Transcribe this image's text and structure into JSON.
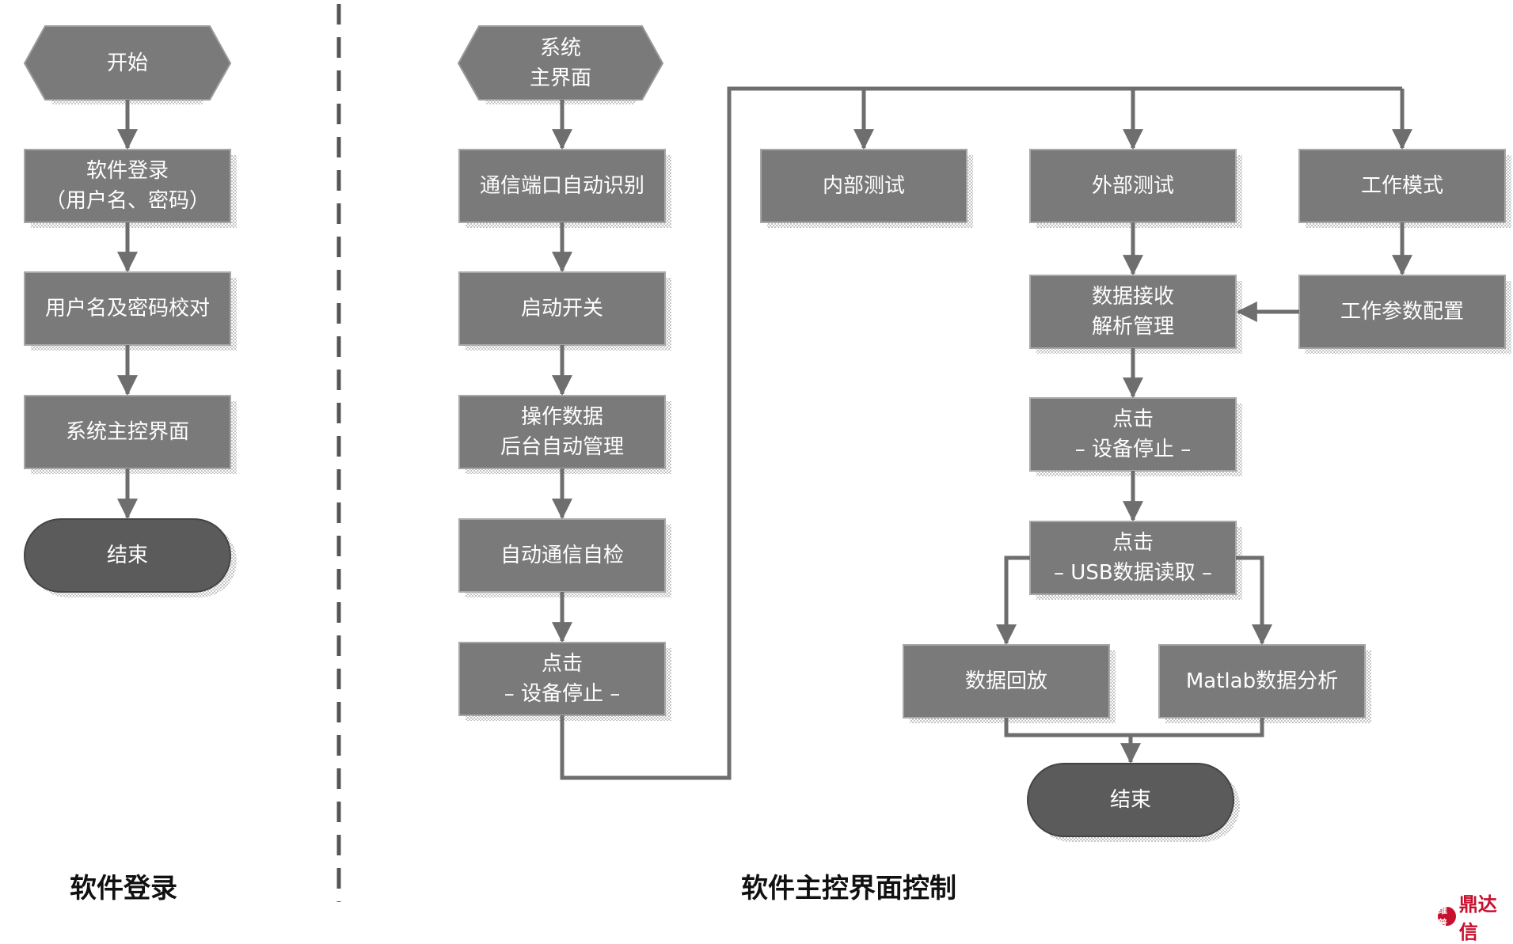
{
  "sections": {
    "left_title": "软件登录",
    "right_title": "软件主控界面控制"
  },
  "login": {
    "start": "开始",
    "step_login_line1": "软件登录",
    "step_login_line2": "（用户名、密码）",
    "step_verify": "用户名及密码校对",
    "step_main_ui": "系统主控界面",
    "end": "结束"
  },
  "control": {
    "start_line1": "系统",
    "start_line2": "主界面",
    "step_port": "通信端口自动识别",
    "step_switch": "启动开关",
    "step_data_line1": "操作数据",
    "step_data_line2": "后台自动管理",
    "step_selfcheck": "自动通信自检",
    "step_stop_line1": "点击",
    "step_stop_line2": "– 设备停止 –",
    "internal_test": "内部测试",
    "external_test": "外部测试",
    "work_mode": "工作模式",
    "recv_line1": "数据接收",
    "recv_line2": "解析管理",
    "work_params": "工作参数配置",
    "ext_stop_line1": "点击",
    "ext_stop_line2": "– 设备停止 –",
    "usb_line1": "点击",
    "usb_line2": "– USB数据读取 –",
    "playback": "数据回放",
    "matlab": "Matlab数据分析",
    "end": "结束"
  },
  "logo": {
    "mark": "维普",
    "text": "鼎达信"
  },
  "colors": {
    "box": "#7a7a7a",
    "terminal": "#5b5b5b",
    "line": "#6e6e6e",
    "divider": "#555555",
    "logo": "#c8102e"
  }
}
